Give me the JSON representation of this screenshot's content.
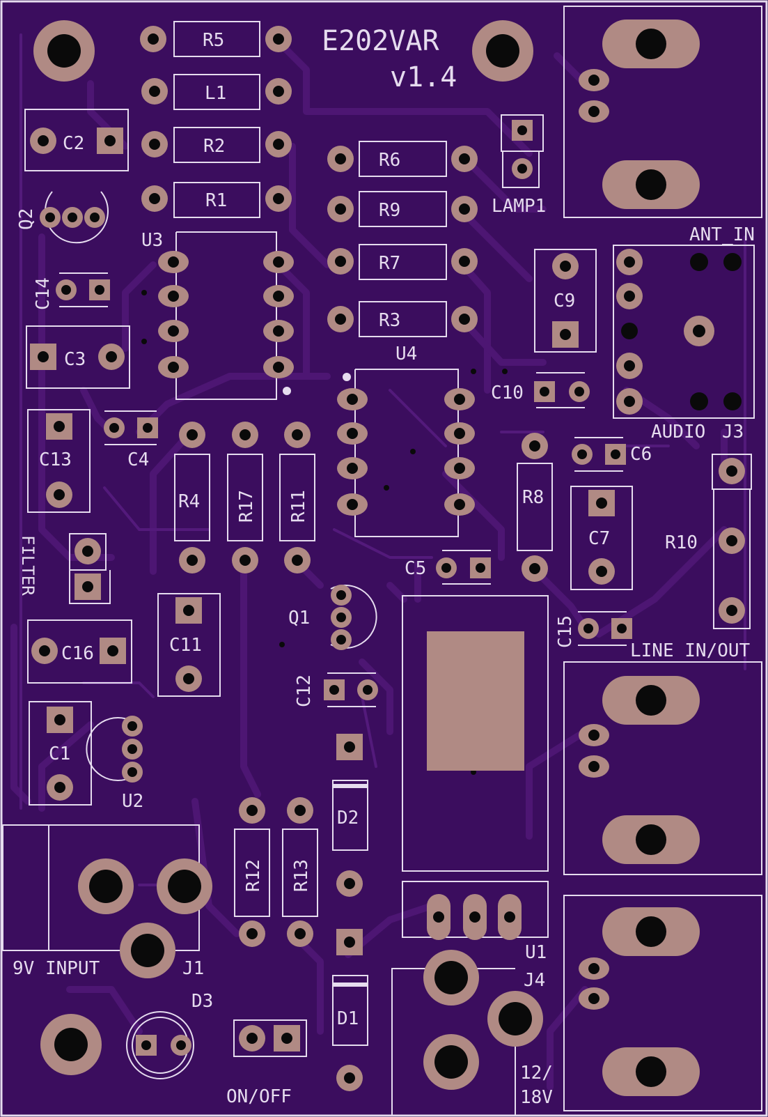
{
  "board": {
    "title": "E202VAR",
    "version": "v1.4",
    "colors": {
      "board": "#3b0d5e",
      "copper": "#451168",
      "trace": "#4d1673",
      "silk": "#e6dcef",
      "pad": "#b08a84",
      "drill": "#0a0a0a"
    }
  },
  "labels": {
    "r5": "R5",
    "l1": "L1",
    "r2": "R2",
    "r1": "R1",
    "c2": "C2",
    "q2": "Q2",
    "u3": "U3",
    "c14": "C14",
    "c3": "C3",
    "r6": "R6",
    "r9": "R9",
    "r7": "R7",
    "r3": "R3",
    "u4": "U4",
    "lamp1": "LAMP1",
    "ant_in": "ANT_IN",
    "c9": "C9",
    "c10": "C10",
    "audio": "AUDIO",
    "j3": "J3",
    "c13": "C13",
    "c4": "C4",
    "r4": "R4",
    "r17": "R17",
    "r11": "R11",
    "r8": "R8",
    "c6": "C6",
    "c7": "C7",
    "r10": "R10",
    "filter": "FILTER",
    "c5": "C5",
    "c16": "C16",
    "c11": "C11",
    "q1": "Q1",
    "c15": "C15",
    "line_in_out": "LINE IN/OUT",
    "c12": "C12",
    "c1": "C1",
    "u2": "U2",
    "d2": "D2",
    "r12": "R12",
    "r13": "R13",
    "u1": "U1",
    "input_9v": "9V INPUT",
    "j1": "J1",
    "j4": "J4",
    "d3": "D3",
    "d1": "D1",
    "on_off": "ON/OFF",
    "v12": "12/",
    "v18": "18V"
  }
}
